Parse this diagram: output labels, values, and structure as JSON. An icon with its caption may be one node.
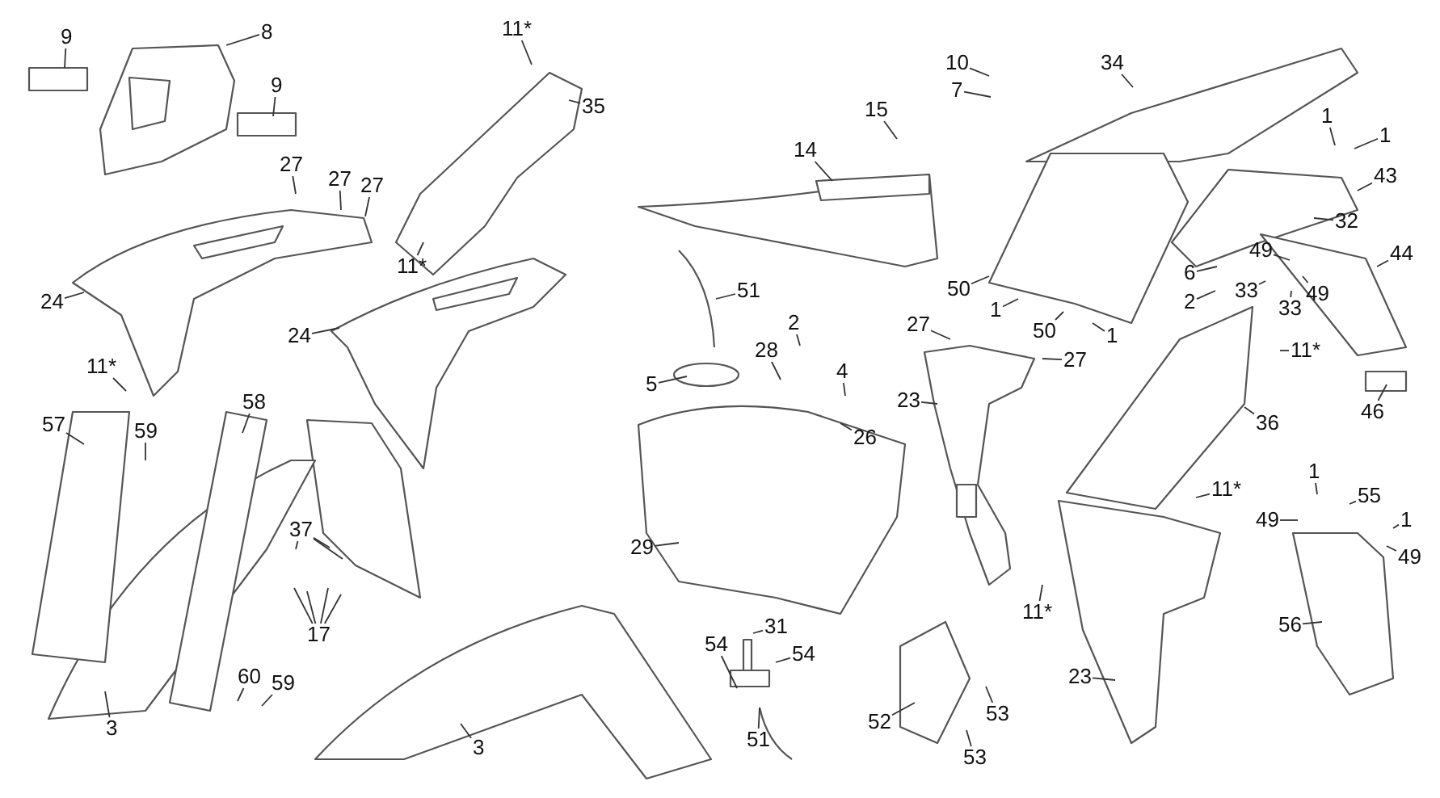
{
  "diagram": {
    "nodes": [
      {
        "text": [
          "9"
        ]
      },
      {
        "text": [
          "8"
        ]
      },
      {
        "text": [
          "9"
        ]
      },
      {
        "text": [
          "27"
        ]
      },
      {
        "text": [
          "27"
        ]
      },
      {
        "text": [
          "27"
        ]
      },
      {
        "text": [
          "11*"
        ]
      },
      {
        "text": [
          "24"
        ]
      },
      {
        "text": [
          "24"
        ]
      },
      {
        "text": [
          "11*"
        ]
      },
      {
        "text": [
          "11*"
        ]
      },
      {
        "text": [
          "35"
        ]
      },
      {
        "text": [
          "15"
        ]
      },
      {
        "text": [
          "14"
        ]
      },
      {
        "text": [
          "51"
        ]
      },
      {
        "text": [
          "2"
        ]
      },
      {
        "text": [
          "28"
        ]
      },
      {
        "text": [
          "5"
        ]
      },
      {
        "text": [
          "4"
        ]
      },
      {
        "text": [
          "26"
        ]
      },
      {
        "text": [
          "29"
        ]
      },
      {
        "text": [
          "31"
        ]
      },
      {
        "text": [
          "54"
        ]
      },
      {
        "text": [
          "54"
        ]
      },
      {
        "text": [
          "51"
        ]
      },
      {
        "text": [
          "52"
        ]
      },
      {
        "text": [
          "3"
        ]
      },
      {
        "text": [
          "57"
        ]
      },
      {
        "text": [
          "59"
        ]
      },
      {
        "text": [
          "58"
        ]
      },
      {
        "text": [
          "37"
        ]
      },
      {
        "text": [
          "17"
        ]
      },
      {
        "text": [
          "3"
        ]
      },
      {
        "text": [
          "60"
        ]
      },
      {
        "text": [
          "59"
        ]
      },
      {
        "text": [
          "10"
        ]
      },
      {
        "text": [
          "7"
        ]
      },
      {
        "text": [
          "34"
        ]
      },
      {
        "text": [
          "1"
        ]
      },
      {
        "text": [
          "1"
        ]
      },
      {
        "text": [
          "43"
        ]
      },
      {
        "text": [
          "32"
        ]
      },
      {
        "text": [
          "44"
        ]
      },
      {
        "text": [
          "6"
        ]
      },
      {
        "text": [
          "49"
        ]
      },
      {
        "text": [
          "2"
        ]
      },
      {
        "text": [
          "33"
        ]
      },
      {
        "text": [
          "49"
        ]
      },
      {
        "text": [
          "33"
        ]
      },
      {
        "text": [
          "11*"
        ]
      },
      {
        "text": [
          "50"
        ]
      },
      {
        "text": [
          "1"
        ]
      },
      {
        "text": [
          "50"
        ]
      },
      {
        "text": [
          "1"
        ]
      },
      {
        "text": [
          "27"
        ]
      },
      {
        "text": [
          "27"
        ]
      },
      {
        "text": [
          "23"
        ]
      },
      {
        "text": [
          "46"
        ]
      },
      {
        "text": [
          "36"
        ]
      },
      {
        "text": [
          "11*"
        ]
      },
      {
        "text": [
          "1"
        ]
      },
      {
        "text": [
          "55"
        ]
      },
      {
        "text": [
          "49"
        ]
      },
      {
        "text": [
          "1"
        ]
      },
      {
        "text": [
          "49"
        ]
      },
      {
        "text": [
          "11*"
        ]
      },
      {
        "text": [
          "53"
        ]
      },
      {
        "text": [
          "53"
        ]
      },
      {
        "text": [
          "23"
        ]
      },
      {
        "text": [
          "56"
        ]
      }
    ],
    "edges": [
      {
        "from": 0,
        "to": null,
        "arrow": "none"
      },
      {
        "from": 1,
        "to": null,
        "arrow": "none"
      },
      {
        "from": 2,
        "to": null,
        "arrow": "none"
      },
      {
        "from": 3,
        "to": null,
        "arrow": "none"
      },
      {
        "from": 4,
        "to": null,
        "arrow": "none"
      },
      {
        "from": 5,
        "to": null,
        "arrow": "none"
      },
      {
        "from": 6,
        "to": null,
        "arrow": "none"
      },
      {
        "from": 7,
        "to": null,
        "arrow": "none"
      },
      {
        "from": 8,
        "to": null,
        "arrow": "none"
      },
      {
        "from": 9,
        "to": null,
        "arrow": "none"
      },
      {
        "from": 10,
        "to": null,
        "arrow": "none"
      },
      {
        "from": 11,
        "to": null,
        "arrow": "none"
      },
      {
        "from": 12,
        "to": null,
        "arrow": "none"
      },
      {
        "from": 13,
        "to": null,
        "arrow": "none"
      },
      {
        "from": 14,
        "to": null,
        "arrow": "none"
      },
      {
        "from": 15,
        "to": null,
        "arrow": "none"
      },
      {
        "from": 16,
        "to": null,
        "arrow": "none"
      },
      {
        "from": 17,
        "to": null,
        "arrow": "none"
      },
      {
        "from": 18,
        "to": null,
        "arrow": "none"
      },
      {
        "from": 19,
        "to": null,
        "arrow": "none"
      },
      {
        "from": 20,
        "to": null,
        "arrow": "none"
      },
      {
        "from": 21,
        "to": null,
        "arrow": "none"
      },
      {
        "from": 22,
        "to": null,
        "arrow": "none"
      },
      {
        "from": 23,
        "to": null,
        "arrow": "none"
      },
      {
        "from": 24,
        "to": null,
        "arrow": "none"
      },
      {
        "from": 25,
        "to": null,
        "arrow": "none"
      },
      {
        "from": 26,
        "to": null,
        "arrow": "none"
      },
      {
        "from": 27,
        "to": null,
        "arrow": "none"
      },
      {
        "from": 28,
        "to": null,
        "arrow": "none"
      },
      {
        "from": 29,
        "to": null,
        "arrow": "none"
      },
      {
        "from": 30,
        "to": null,
        "arrow": "none"
      },
      {
        "from": 30,
        "to": null,
        "arrow": "none"
      },
      {
        "from": 30,
        "to": null,
        "arrow": "none"
      },
      {
        "from": 31,
        "to": null,
        "arrow": "none"
      },
      {
        "from": 31,
        "to": null,
        "arrow": "none"
      },
      {
        "from": 31,
        "to": null,
        "arrow": "none"
      },
      {
        "from": 31,
        "to": null,
        "arrow": "none"
      },
      {
        "from": 32,
        "to": null,
        "arrow": "none"
      },
      {
        "from": 33,
        "to": null,
        "arrow": "none"
      },
      {
        "from": 34,
        "to": null,
        "arrow": "none"
      },
      {
        "from": 35,
        "to": null,
        "arrow": "none"
      },
      {
        "from": 36,
        "to": null,
        "arrow": "none"
      },
      {
        "from": 37,
        "to": null,
        "arrow": "none"
      },
      {
        "from": 38,
        "to": null,
        "arrow": "none"
      },
      {
        "from": 39,
        "to": null,
        "arrow": "none"
      },
      {
        "from": 40,
        "to": null,
        "arrow": "none"
      },
      {
        "from": 41,
        "to": null,
        "arrow": "none"
      },
      {
        "from": 42,
        "to": null,
        "arrow": "none"
      },
      {
        "from": 43,
        "to": null,
        "arrow": "none"
      },
      {
        "from": 44,
        "to": null,
        "arrow": "none"
      },
      {
        "from": 45,
        "to": null,
        "arrow": "none"
      },
      {
        "from": 46,
        "to": null,
        "arrow": "none"
      },
      {
        "from": 47,
        "to": null,
        "arrow": "none"
      },
      {
        "from": 48,
        "to": null,
        "arrow": "none"
      },
      {
        "from": 49,
        "to": null,
        "arrow": "none"
      },
      {
        "from": 50,
        "to": null,
        "arrow": "none"
      },
      {
        "from": 51,
        "to": null,
        "arrow": "none"
      },
      {
        "from": 52,
        "to": null,
        "arrow": "none"
      },
      {
        "from": 53,
        "to": null,
        "arrow": "none"
      },
      {
        "from": 54,
        "to": null,
        "arrow": "none"
      },
      {
        "from": 55,
        "to": null,
        "arrow": "none"
      },
      {
        "from": 56,
        "to": null,
        "arrow": "none"
      },
      {
        "from": 57,
        "to": null,
        "arrow": "none"
      },
      {
        "from": 58,
        "to": null,
        "arrow": "none"
      },
      {
        "from": 59,
        "to": null,
        "arrow": "none"
      },
      {
        "from": 60,
        "to": null,
        "arrow": "none"
      },
      {
        "from": 61,
        "to": null,
        "arrow": "none"
      },
      {
        "from": 62,
        "to": null,
        "arrow": "none"
      },
      {
        "from": 63,
        "to": null,
        "arrow": "none"
      },
      {
        "from": 64,
        "to": null,
        "arrow": "none"
      },
      {
        "from": 65,
        "to": null,
        "arrow": "none"
      },
      {
        "from": 66,
        "to": null,
        "arrow": "none"
      },
      {
        "from": 67,
        "to": null,
        "arrow": "none"
      },
      {
        "from": 68,
        "to": null,
        "arrow": "none"
      },
      {
        "from": 69,
        "to": null,
        "arrow": "none"
      }
    ]
  }
}
